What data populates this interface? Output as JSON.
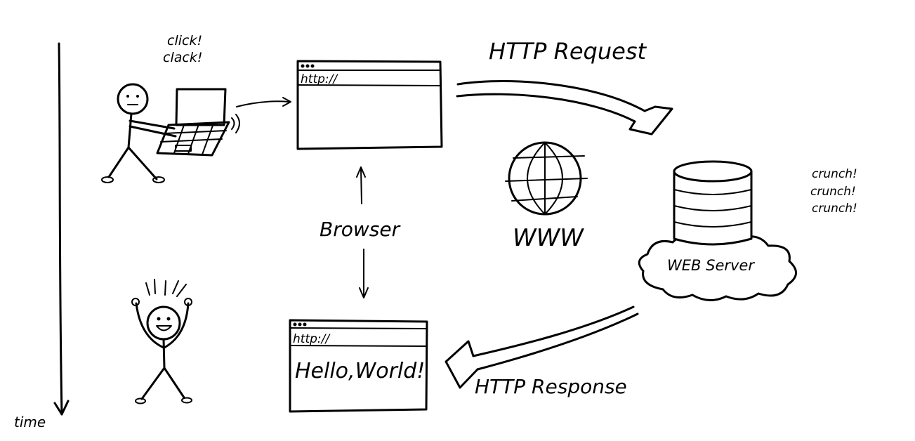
{
  "timeline": {
    "label": "time"
  },
  "user": {
    "sound": [
      "click!",
      "clack!"
    ]
  },
  "browser": {
    "label": "Browser",
    "top_window": {
      "address": "http://"
    },
    "bottom_window": {
      "address": "http://",
      "content": "Hello,World!"
    }
  },
  "request": {
    "label": "HTTP Request"
  },
  "response": {
    "label": "HTTP Response"
  },
  "internet": {
    "label": "WWW"
  },
  "server": {
    "label": "WEB Server",
    "sound": [
      "crunch!",
      "crunch!",
      "crunch!"
    ]
  },
  "colors": {
    "ink": "#000000",
    "background": "#ffffff"
  }
}
